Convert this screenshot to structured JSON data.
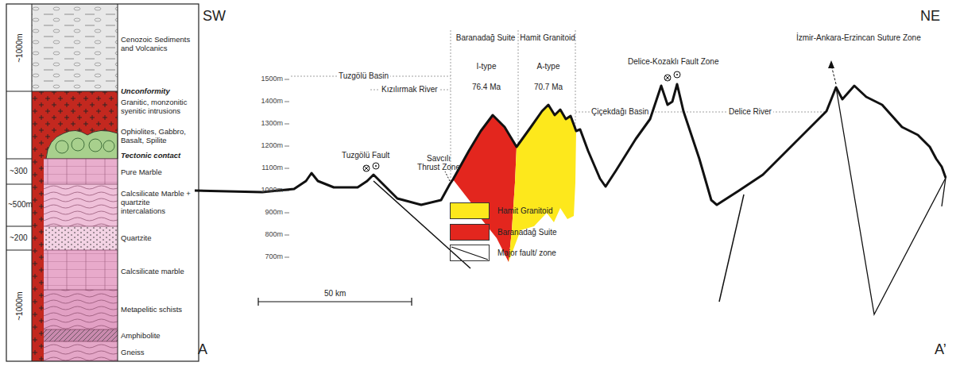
{
  "diagram": {
    "labels": [
      "~1000m",
      "~300",
      "~500m",
      "~200",
      "~1000m",
      "Cenozoic Sediments and Volcanics",
      "Unconformity",
      "Granitic, monzonitic syenitic intrusions",
      "Ophiolites, Gabbro, Basalt, Spilite",
      "Tectonic contact",
      "Pure Marble",
      "Calcsilicate Marble + quartzite intercalations",
      "Quartzite",
      "Calcsilicate marble",
      "Metapelitic schists",
      "Amphibolite",
      "Gneiss",
      "SW",
      "NE",
      "A",
      "A’",
      "1500m",
      "1400m",
      "1300m",
      "1200m",
      "1100m",
      "1000m",
      "900m",
      "800m",
      "700m",
      "Tuzgölü Basin",
      "Kızılırmak River",
      "Baranadağ Suite",
      "I-type",
      "76.4 Ma",
      "Hamit Granitoid",
      "A-type",
      "70.7 Ma",
      "Tuzgölü Fault",
      "Savcılı Thrust Zone",
      "Çiçekdağı Basin",
      "Delice-Kozaklı Fault Zone",
      "Delice River",
      "İzmir-Ankara-Erzincan Suture Zone",
      "50 km"
    ],
    "legend": [
      {
        "text": "Hamit Granitoid",
        "color": "#fde81c"
      },
      {
        "text": "Baranadağ Suite",
        "color": "#e3261e"
      },
      {
        "text": "Major fault/ zone"
      }
    ]
  }
}
